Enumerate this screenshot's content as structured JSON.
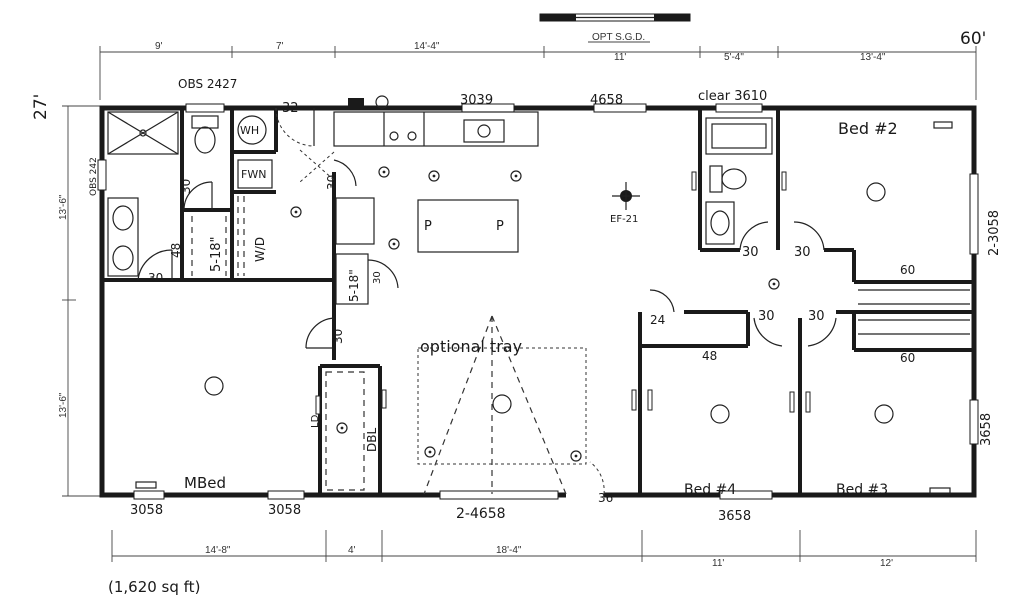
{
  "labels": {
    "opt_sgd": "OPT S.G.D.",
    "overall_width": "60'",
    "overall_depth": "27'",
    "area": "(1,620 sq ft)",
    "obs_2427": "OBS 2427",
    "obs_side": "OBS 242",
    "door_32": "32",
    "win_3039": "3039",
    "win_4658_top": "4658",
    "clear_3610": "clear 3610",
    "bed2": "Bed #2",
    "wh": "WH",
    "fwn": "FWN",
    "wd": "W/D",
    "door_30_a": "30",
    "door_30_b": "30",
    "sink_518_a": "5-18\"",
    "sink_518_b": "5-18\"",
    "door_30_side": "30",
    "shelf_48_a": "48",
    "door_30_bath": "30",
    "pantry_p1": "P",
    "pantry_p2": "P",
    "ef21": "EF-21",
    "door_30_c": "30",
    "door_30_d": "30",
    "win_2_3058": "2-3058",
    "closet_60_a": "60",
    "door_24": "24",
    "door_30_e": "30",
    "door_30_f": "30",
    "shelf_48_b": "48",
    "closet_60_b": "60",
    "optional_tray": "optional tray",
    "door_30_mbed": "30",
    "linen": "LD",
    "dbl": "DBL",
    "mbed": "MBed",
    "bed4": "Bed #4",
    "bed3": "Bed #3",
    "win_3658_right": "3658",
    "win_3058_a": "3058",
    "win_3058_b": "3058",
    "win_2_4658": "2-4658",
    "door_36": "36",
    "win_3658_bottom": "3658"
  },
  "top_dimensions": [
    "9'",
    "7'",
    "14'-4\"",
    "11'",
    "5'-4\"",
    "13'-4\""
  ],
  "bottom_dimensions": [
    "14'-8\"",
    "4'",
    "18'-4\"",
    "11'",
    "12'"
  ],
  "left_dimensions": [
    "13'-6\"",
    "13'-6\""
  ]
}
